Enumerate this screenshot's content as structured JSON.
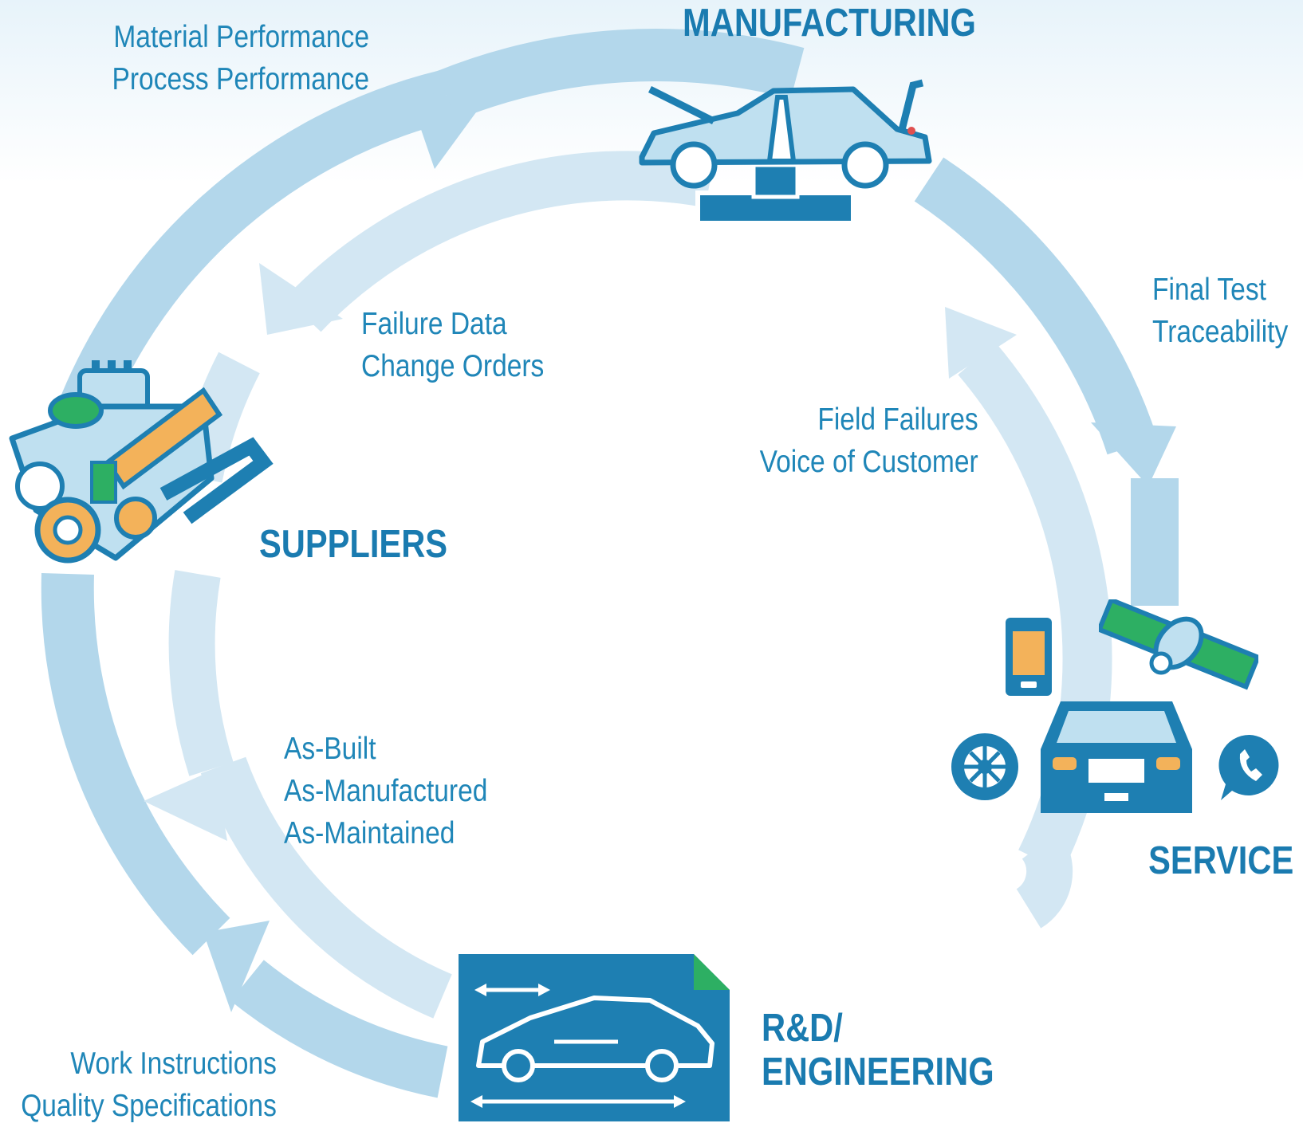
{
  "stages": {
    "manufacturing": "MANUFACTURING",
    "suppliers": "SUPPLIERS",
    "service": "SERVICE",
    "rnd_line1": "R&D/",
    "rnd_line2": "ENGINEERING"
  },
  "flows": {
    "material_performance": "Material Performance",
    "process_performance": "Process Performance",
    "final_test": "Final Test",
    "traceability": "Traceability",
    "failure_data": "Failure Data",
    "change_orders": "Change Orders",
    "field_failures": "Field Failures",
    "voice_of_customer": "Voice of Customer",
    "as_built": "As-Built",
    "as_manufactured": "As-Manufactured",
    "as_maintained": "As-Maintained",
    "work_instructions": "Work Instructions",
    "quality_specifications": "Quality Specifications"
  },
  "colors": {
    "text": "#1f86b8",
    "outer_arrow": "#b3d7eb",
    "inner_arrow": "#d3e7f3",
    "icon_blue": "#1e7fb2",
    "icon_light": "#bfe0f0",
    "accent_orange": "#f3b25a",
    "accent_green": "#2daf63"
  },
  "icons": [
    "car-assembly-icon",
    "engine-icon",
    "connected-car-icon",
    "cad-blueprint-icon",
    "satellite-icon",
    "phone-icon",
    "wheel-icon",
    "support-call-icon"
  ]
}
